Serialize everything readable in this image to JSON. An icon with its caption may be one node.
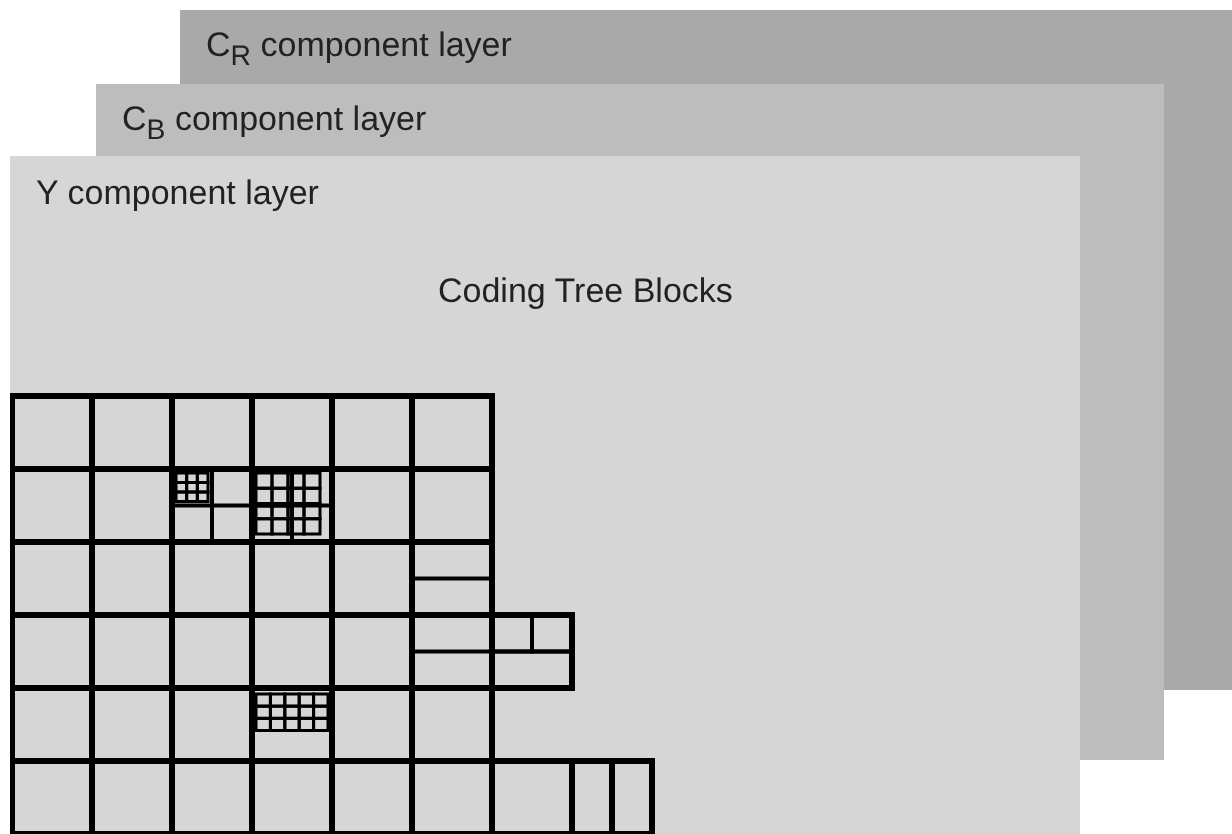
{
  "diagram": {
    "nodes": [
      {
        "text": [
          "C$_{R}$ component layer"
        ]
      },
      {
        "text": [
          "C$_{B}$ component layer"
        ]
      },
      {
        "text": [
          "Y component layer",
          "Coding Tree Blocks"
        ]
      },
      {
        "text": [],
        "shape": "bar"
      },
      {
        "text": [],
        "shape": "bar"
      }
    ]
  }
}
